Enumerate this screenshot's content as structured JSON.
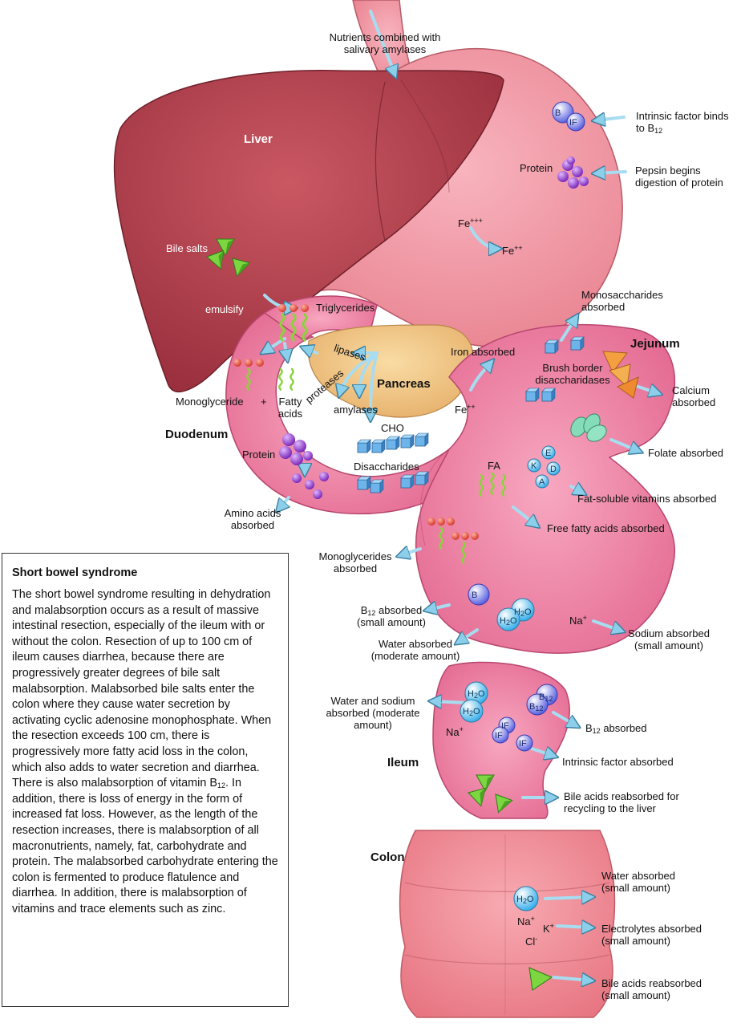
{
  "organs": {
    "liver": "Liver",
    "pancreas": "Pancreas",
    "duodenum": "Duodenum",
    "jejunum": "Jejunum",
    "ileum": "Ileum",
    "colon": "Colon"
  },
  "stomach": {
    "nutrients": "Nutrients combined with salivary amylases",
    "intrinsic_factor": "Intrinsic factor binds to B",
    "b12_sub": "12",
    "protein": "Protein",
    "pepsin": "Pepsin begins digestion of protein",
    "fe3": "Fe",
    "fe3_sup": "+++",
    "fe2": "Fe",
    "fe2_sup": "++"
  },
  "duodenum_area": {
    "bile_salts": "Bile salts",
    "emulsify": "emulsify",
    "triglycerides": "Triglycerides",
    "lipases": "lipases",
    "proteases": "proteases",
    "amylases": "amylases",
    "monoglyceride": "Monoglyceride",
    "plus": "+",
    "fatty_acids": "Fatty acids",
    "protein": "Protein",
    "amino_acids": "Amino acids absorbed",
    "cho": "CHO",
    "disaccharides": "Disaccharides",
    "iron": "Iron absorbed",
    "fe": "Fe",
    "fe_sup": "++"
  },
  "jejunum_area": {
    "monosaccharides": "Monosaccharides absorbed",
    "brush_border": "Brush border disaccharidases",
    "calcium": "Calcium absorbed",
    "folate": "Folate absorbed",
    "fa": "FA",
    "fat_soluble": "Fat-soluble vitamins absorbed",
    "free_fatty": "Free fatty acids absorbed",
    "monoglycerides": "Monoglycerides absorbed",
    "b12": "B",
    "b12_sub": "12",
    "b12_rest": "absorbed",
    "b12_small": "(small amount)",
    "na": "Na",
    "na_sup": "+",
    "sodium": "Sodium absorbed (small amount)",
    "water": "Water absorbed (moderate amount)"
  },
  "ileum_area": {
    "water_sodium": "Water and sodium absorbed (moderate amount)",
    "na": "Na",
    "na_sup": "+",
    "b12": "B",
    "b12_sub": "12",
    "b12_rest": "absorbed",
    "intrinsic": "Intrinsic factor absorbed",
    "bile_acids": "Bile acids reabsorbed for recycling to the liver"
  },
  "colon_area": {
    "water": "Water absorbed (small amount)",
    "electrolytes": "Electrolytes absorbed (small amount)",
    "bile_acids": "Bile acids reabsorbed (small amount)",
    "na": "Na",
    "na_sup": "+",
    "k": "K",
    "k_sup": "+",
    "cl": "Cl",
    "cl_sup": "-"
  },
  "molecules": {
    "b12": "B",
    "b12_sub": "12",
    "if": "IF",
    "h2o": "H",
    "h2o_sub": "2",
    "h2o_end": "O",
    "vit_e": "E",
    "vit_k": "K",
    "vit_d": "D",
    "vit_a": "A"
  },
  "box": {
    "title": "Short bowel syndrome",
    "text_1": "The short bowel syndrome resulting in dehydration and malabsorption occurs as a result of massive intestinal resection, especially of the ileum with or without the colon. Resection of up to 100 cm of ileum causes diarrhea, because there are progressively greater degrees of bile salt malabsorption. Malabsorbed bile salts enter the colon where they cause water secretion by activating cyclic adenosine monophosphate. When the resection exceeds 100 cm, there is progressively more fatty acid loss in the colon, which also adds to water secretion and diarrhea. There is also malabsorption of vitamin B",
    "text_sub": "12",
    "text_2": ". In addition, there is loss of energy in the form of increased fat loss. However, as the length of the resection increases, there is malabsorption of all macronutrients, namely, fat, carbohydrate and protein. The malabsorbed carbohydrate entering the colon is fermented to produce flatulence and diarrhea. In addition, there is malabsorption of vitamins and trace elements such as zinc."
  },
  "colors": {
    "liver": "#b8404e",
    "stomach": "#ee8896",
    "intestine": "#f07ea0",
    "pancreas": "#f4cc86",
    "colon": "#f28a94",
    "arrow": "#a8dcf0",
    "cube": "#6cb4ea",
    "b12": "#8c8ef0",
    "h2o": "#6cc8f4",
    "protein": "#9a48d4",
    "bile": "#66cc44",
    "calcium": "#f4a040",
    "folate": "#7cd8b4"
  }
}
